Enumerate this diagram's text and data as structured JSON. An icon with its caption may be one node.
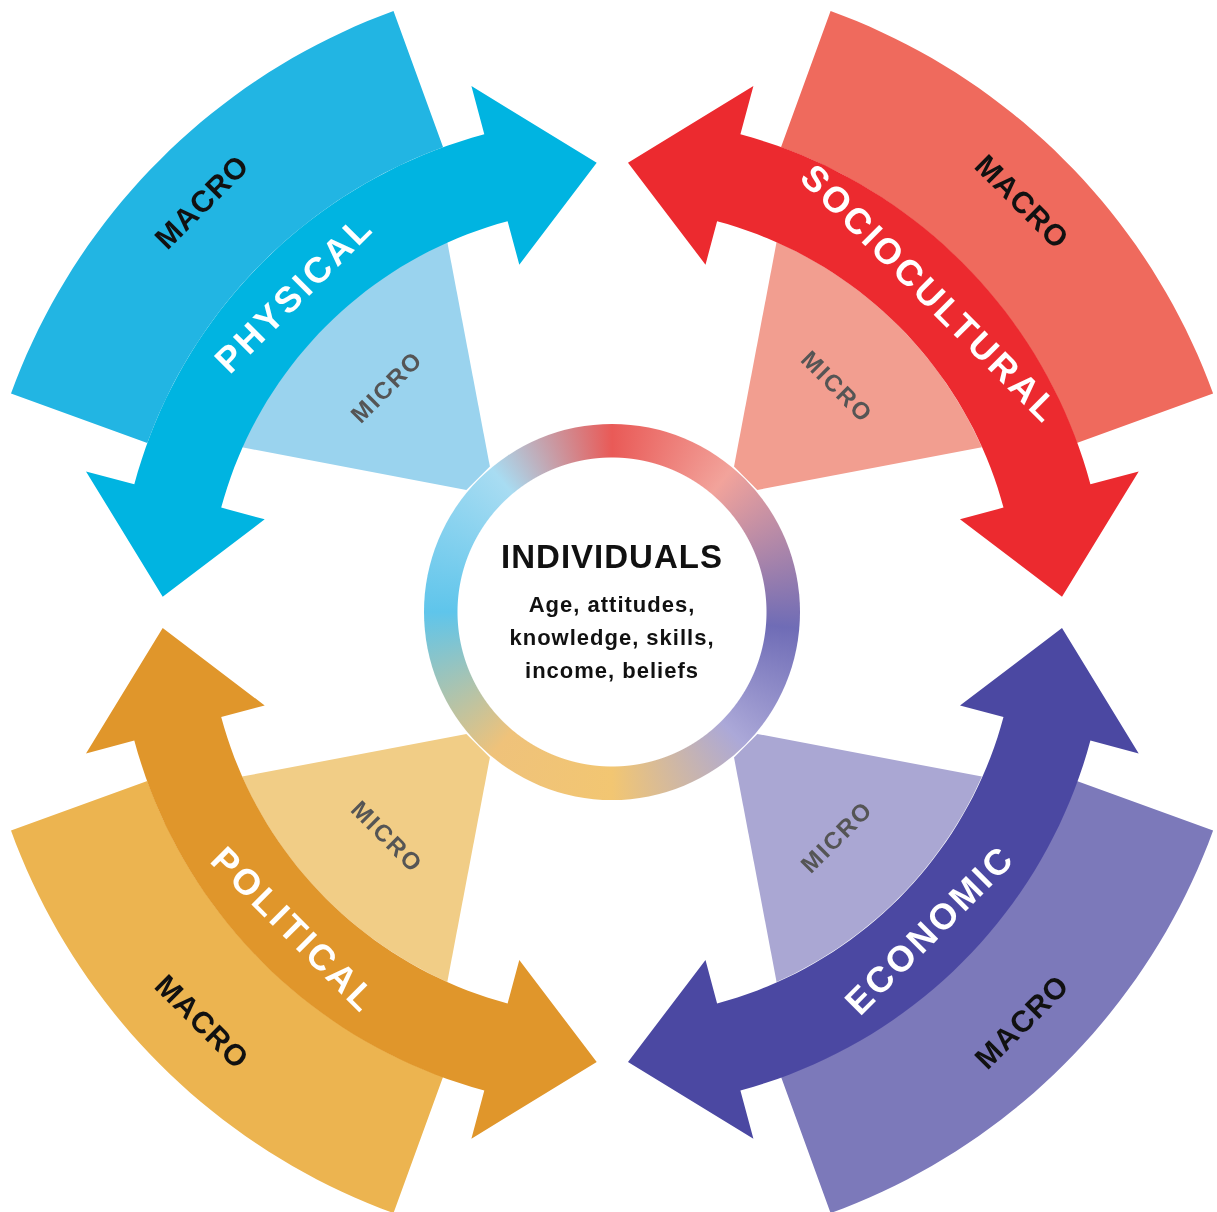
{
  "diagram": {
    "nodes": [
      {
        "text": [
          "MACRO"
        ]
      },
      {
        "text": [
          "PHYSICAL"
        ]
      },
      {
        "text": [
          "MICRO"
        ]
      },
      {
        "text": [
          "MACRO"
        ]
      },
      {
        "text": [
          "SOCIOCULTURAL"
        ]
      },
      {
        "text": [
          "MICRO"
        ]
      },
      {
        "text": [
          "INDIVIDUALS",
          "Age, attitudes, knowledge, skills, income, beliefs"
        ]
      },
      {
        "text": [
          "MICRO"
        ]
      },
      {
        "text": [
          "POLITICAL"
        ]
      },
      {
        "text": [
          "MACRO"
        ]
      },
      {
        "text": [
          "MICRO"
        ]
      },
      {
        "text": [
          "ECONOMIC"
        ]
      },
      {
        "text": [
          "MACRO"
        ]
      }
    ]
  }
}
